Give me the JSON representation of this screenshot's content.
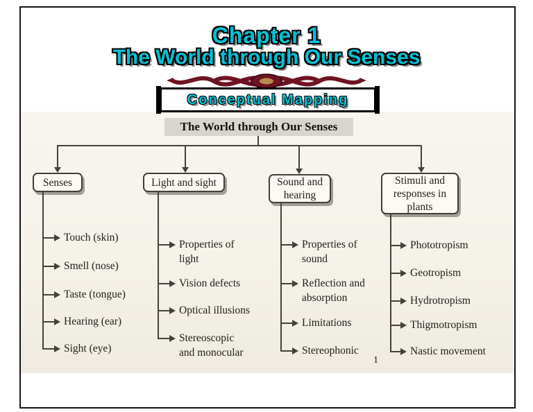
{
  "slide": {
    "chapter_title": "Chapter 1",
    "subtitle": "The World through Our Senses",
    "banner": "Conceptual Mapping",
    "page_number": "1"
  },
  "colors": {
    "title_text": "#00c2d6",
    "ornament": "#6e1322",
    "ornament_center": "#b98a4e",
    "map_ink": "#45413a",
    "scan_paper": "#f5f2ea"
  },
  "map": {
    "root": "The World through Our Senses",
    "columns": [
      {
        "label": "Senses",
        "items": [
          "Touch (skin)",
          "Smell (nose)",
          "Taste (tongue)",
          "Hearing (ear)",
          "Sight (eye)"
        ]
      },
      {
        "label": "Light and sight",
        "items": [
          "Properties of\nlight",
          "Vision defects",
          "Optical illusions",
          "Stereoscopic\nand monocular"
        ]
      },
      {
        "label": "Sound and\nhearing",
        "items": [
          "Properties of\nsound",
          "Reflection and\nabsorption",
          "Limitations",
          "Stereophonic"
        ]
      },
      {
        "label": "Stimuli and\nresponses in\nplants",
        "items": [
          "Phototropism",
          "Geotropism",
          "Hydrotropism",
          "Thigmotropism",
          "Nastic movement"
        ]
      }
    ]
  }
}
